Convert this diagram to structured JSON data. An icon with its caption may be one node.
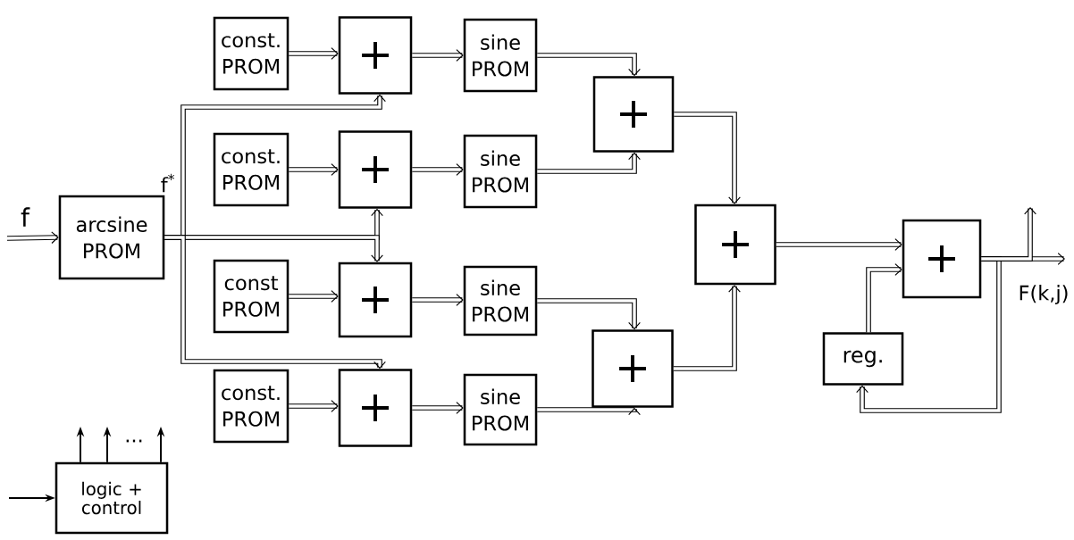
{
  "diagram": {
    "nodes": [
      {
        "text": [
          "arcsine PROM"
        ]
      },
      {
        "text": [
          "const. PROM"
        ]
      },
      {
        "text": [
          "+"
        ]
      },
      {
        "text": [
          "sine PROM"
        ]
      },
      {
        "text": [
          "const. PROM"
        ]
      },
      {
        "text": [
          "+"
        ]
      },
      {
        "text": [
          "sine PROM"
        ]
      },
      {
        "text": [
          "const PROM"
        ]
      },
      {
        "text": [
          "+"
        ]
      },
      {
        "text": [
          "sine PROM"
        ]
      },
      {
        "text": [
          "const. PROM"
        ]
      },
      {
        "text": [
          "+"
        ]
      },
      {
        "text": [
          "sine PROM"
        ]
      },
      {
        "text": [
          "+"
        ]
      },
      {
        "text": [
          "+"
        ]
      },
      {
        "text": [
          "+"
        ]
      },
      {
        "text": [
          "+"
        ]
      },
      {
        "text": [
          "reg."
        ]
      },
      {
        "text": [
          "logic + control"
        ]
      }
    ],
    "edges": [
      {
        "from": null,
        "to": 0,
        "arrow": "to",
        "label": "f"
      },
      {
        "from": 1,
        "to": 2,
        "arrow": "to"
      },
      {
        "from": 2,
        "to": 3,
        "arrow": "to"
      },
      {
        "from": 4,
        "to": 5,
        "arrow": "to"
      },
      {
        "from": 5,
        "to": 6,
        "arrow": "to"
      },
      {
        "from": 7,
        "to": 8,
        "arrow": "to"
      },
      {
        "from": 8,
        "to": 9,
        "arrow": "to"
      },
      {
        "from": 10,
        "to": 11,
        "arrow": "to"
      },
      {
        "from": 11,
        "to": 12,
        "arrow": "to"
      },
      {
        "from": 0,
        "to": 2,
        "arrow": "to"
      },
      {
        "from": 0,
        "to": 5,
        "arrow": "to"
      },
      {
        "from": 0,
        "to": 8,
        "arrow": "to"
      },
      {
        "from": 0,
        "to": 11,
        "arrow": "to"
      },
      {
        "from": 3,
        "to": 13,
        "arrow": "to"
      },
      {
        "from": 6,
        "to": 13,
        "arrow": "to"
      },
      {
        "from": 9,
        "to": 14,
        "arrow": "to"
      },
      {
        "from": 12,
        "to": 14,
        "arrow": "to"
      },
      {
        "from": 13,
        "to": 15,
        "arrow": "to"
      },
      {
        "from": 14,
        "to": 15,
        "arrow": "to"
      },
      {
        "from": 15,
        "to": 16,
        "arrow": "to"
      },
      {
        "from": 17,
        "to": 16,
        "arrow": "to"
      },
      {
        "from": 16,
        "to": 17,
        "arrow": "to"
      },
      {
        "from": 16,
        "to": null,
        "arrow": "to"
      },
      {
        "from": 16,
        "to": null,
        "arrow": "to"
      },
      {
        "from": null,
        "to": 18,
        "arrow": "to"
      },
      {
        "from": 18,
        "to": null,
        "arrow": "to"
      },
      {
        "from": 18,
        "to": null,
        "arrow": "to"
      },
      {
        "from": 18,
        "to": null,
        "arrow": "to"
      }
    ],
    "labels": [
      "f$^{*}$",
      "F(k,j)",
      "..."
    ]
  }
}
